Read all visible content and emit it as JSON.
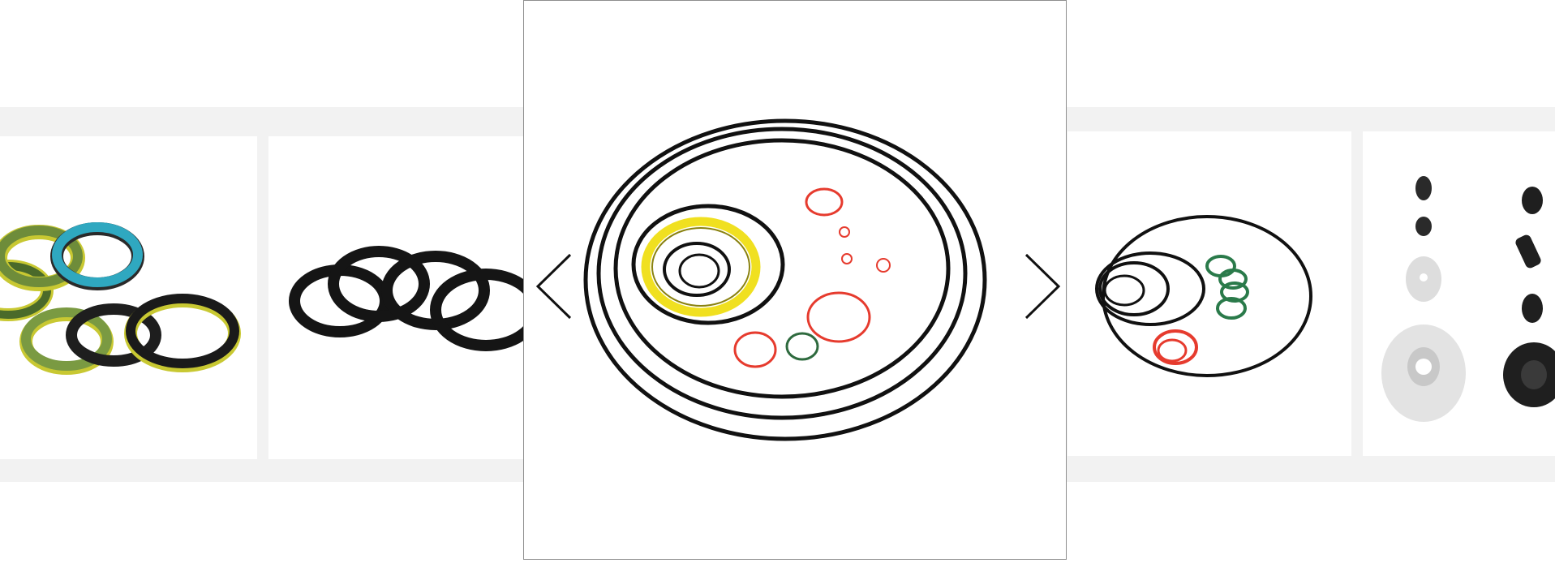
{
  "carousel": {
    "prev_icon": "chevron-left-icon",
    "next_icon": "chevron-right-icon",
    "arrow_color": "#111111",
    "frame_border_color": "#8e8e8e",
    "strip_color": "#f2f2f2",
    "slides": [
      {
        "image": "oil-seals-green-blue-image",
        "active": false
      },
      {
        "image": "black-oil-seals-image",
        "active": false
      },
      {
        "image": "o-ring-kit-image",
        "active": true
      },
      {
        "image": "o-ring-set-image",
        "active": false
      },
      {
        "image": "rubber-grommets-image",
        "active": false
      }
    ]
  }
}
